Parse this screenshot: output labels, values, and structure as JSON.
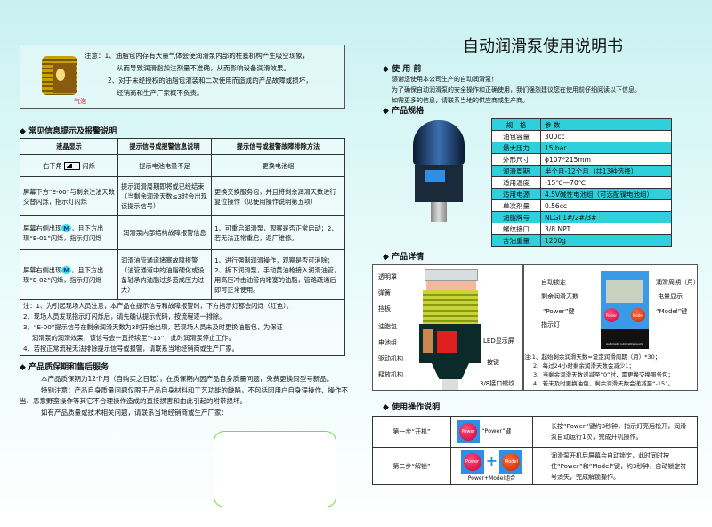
{
  "notice": {
    "bubble_label": "气泡",
    "lines": [
      "注意：1、油脂包内存有大量气体会使润滑泵内部的柱塞机构产生吸空现象，",
      "从而导致润滑脂加注剂量不准确，从而影响设备润滑效果。",
      "2、对于未经授权的油脂包灌装和二次使用而造成的产品故障或损坏，",
      "经销商和生产厂家概不负责。"
    ]
  },
  "alarm": {
    "heading": "常见信息提示及报警说明",
    "headers": [
      "液晶显示",
      "提示信号或报警信息说明",
      "提示信号或报警故障排除方法"
    ],
    "rows": [
      {
        "display_a": "右下角",
        "display_b": "闪烁",
        "meaning": "提示电池电量不足",
        "fix": "更换电池组"
      },
      {
        "display": "屏幕下方“E-00”与剩余注油天数交替闪烁，指示灯闪烁",
        "meaning": "提示润滑周期即将或已经结束（当剩余润滑天数≤3时会出现该提示信号）",
        "fix": "更换交换服务包，并且将剩余润滑天数进行复位操作（见使用操作说明第五项）"
      },
      {
        "display_a": "屏幕右侧出现",
        "display_b": "，且下方出现“E-01”闪烁，指示灯闪烁",
        "meaning": "润滑泵内部结构故障报警信息",
        "fix": "1、可重启润滑泵，观察是否正常启动；2、若无法正常重启，返厂维修。"
      },
      {
        "display_a": "屏幕右侧出现",
        "display_b": "，且下方出现“E-02”闪烁，指示灯闪烁",
        "meaning": "润滑油管通道堵塞故障报警（油管通道中的油脂硬化或设备轴承内油脂过多造成压力过大）",
        "fix": "1、进行强制润滑操作，观察是否可消除；2、拆下润滑泵，手动黄油枪接入润滑油管，用高压冲击油管内堵塞的油脂，管路疏通后即可正常使用。"
      }
    ],
    "m_icon": "M",
    "notes": [
      "注：1、为引起现场人员注意，本产品在提示信号和故障报警时，下方指示灯都会闪烁（红色）。",
      "2、现场人员发现指示灯闪烁后，请先确认提示代码，按流程逐一排除。",
      "3、“E-00”提示信号在剩余润滑天数为3时开始出现，若现场人员未及时更换油脂包，为保证",
      "润滑泵的润滑效果，该信号会一直持续至“-15”，此时润滑泵停止工作。",
      "4、若按正常流程无法排除提示信号或报警，请联系当地经销商或生产厂家。"
    ]
  },
  "warranty": {
    "heading": "产品质保期和售后服务",
    "paragraphs": [
      "本产品质保期为12个月（自购买之日起），在质保期内因产品自身质量问题，免费更换同型号新品。",
      "特别注意：产品自身质量问题仅限于产品自身材料和工艺功能的缺陷，不包括因用户自身误操作、操作不当、恶意野蛮操作等其它不合理操作造成的直接损害和由此引起的附带损坏。",
      "如有产品质量或技术相关问题，请联系当地经销商或生产厂家："
    ]
  },
  "title": "自动润滑泵使用说明书",
  "before_use": {
    "heading": "使 用 前",
    "lines": [
      "感谢您使用本公司生产的自动润滑泵！",
      "为了确保自动润滑泵的安全操作和正确使用，我们强烈建议您在使用前仔细阅读以下信息。",
      "如需更多的信息，请联系当地的供应商或生产商。"
    ]
  },
  "specs": {
    "heading": "产品规格",
    "header": [
      "规　格",
      "参 数"
    ],
    "rows": [
      [
        "油包容量",
        "300cc"
      ],
      [
        "最大压力",
        "15 bar"
      ],
      [
        "外形尺寸",
        "ϕ107*215mm"
      ],
      [
        "润滑周期",
        "半个月-12个月（共13种选择）"
      ],
      [
        "适用温度",
        "-15℃—70℃"
      ],
      [
        "适用电源",
        "4.5V碱性电池组（可选配镍电池组）"
      ],
      [
        "单次剂量",
        "0.56cc"
      ],
      [
        "油脂牌号",
        "NLGI 1#/2#/3#"
      ],
      [
        "螺纹接口",
        "3/8 NPT"
      ],
      [
        "含油重量",
        "1200g"
      ]
    ]
  },
  "details": {
    "heading": "产品详情",
    "left_labels": [
      "透明罩",
      "弹簧",
      "挡板",
      "油脂包",
      "电池组",
      "驱动机构",
      "释放机构"
    ],
    "right_labels": [
      "LED显示屏",
      "按键",
      "3/8接口螺纹"
    ],
    "panel_labels": {
      "auto_lock": "自动锁定",
      "remaining": "剩余润滑天数",
      "power_key": "“Power”键",
      "indicator": "指示灯",
      "period": "润滑周期（月）",
      "battery": "电量显示",
      "model_key": "“Model”键"
    },
    "panel_text": "Automatic lubricating pump",
    "power": "Power",
    "model": "Model",
    "notes": [
      "注:1、起始剩余润滑天数=设定润滑周期（月）*30；",
      "2、每过24小时剩余润滑天数会减少1；",
      "3、当剩余润滑天数递减至“0”时，需更换交换服务包；",
      "4、若未及时更换油包，剩余润滑天数会递减至“-15”。"
    ]
  },
  "operation": {
    "heading": "使用操作说明",
    "steps": [
      {
        "step": "第一步“开机”",
        "key": "“Power”键",
        "desc": "长按“Power”键约3秒钟，指示灯亮后松开，润滑泵自动运行1次，完成开机操作。"
      },
      {
        "step": "第二步“解锁”",
        "key": "Power+Model组合",
        "desc": "润滑泵开机后屏幕会自动锁定，此时同时按住“Power”和“Model”键，约3秒钟，自动锁定符号消失，完成解锁操作。"
      }
    ]
  }
}
